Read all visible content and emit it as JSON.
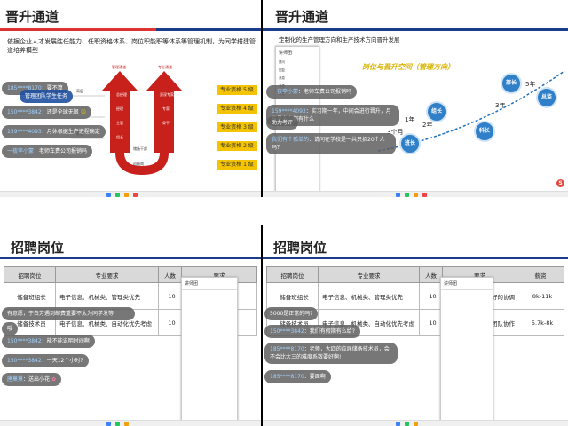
{
  "q1": {
    "title": "晋升通道",
    "description_line1": "依据企业人才发展胜任能力、任职资格体系、岗位职能职等体系等管理机制，为同学搭建管",
    "description_line2": "道培养模型",
    "arrow_left_label": "管理通道",
    "arrow_right_label": "专业通道",
    "ladder_left": [
      "总经理",
      "经理",
      "主管",
      "组长"
    ],
    "ladder_right": [
      "资深专家",
      "专家",
      "骨干"
    ],
    "ladder_bottom": "初级岗",
    "ladder_join": "储备干部",
    "left_axis": [
      "高层",
      "中层",
      "基层"
    ],
    "levels": [
      "专业资格 5 级",
      "专业资格 4 级",
      "专业资格 3 级",
      "专业资格 2 级",
      "专业资格 1 级"
    ],
    "chats": [
      {
        "nick": "185****8170",
        "text": "：要不算"
      },
      {
        "nick": "",
        "text": "管理团队学生任务"
      },
      {
        "nick": "150****3842",
        "text": "：还是全球无限"
      },
      {
        "nick": "159****4093",
        "text": "：月休根据生产进程确定"
      },
      {
        "nick": "一夜李小蒙",
        "text": "：老师车费公司报销吗"
      }
    ]
  },
  "q2": {
    "title": "晋升通道",
    "subtitle": "定制化的生产管理方向和生产技术方向晋升发展",
    "path_title": "岗位与晋升空间（管理方向）",
    "roles": [
      "班长",
      "组长",
      "科长",
      "部长",
      "总监"
    ],
    "years": [
      "3个月",
      "1年",
      "2年",
      "3年",
      "5年"
    ],
    "chats": [
      {
        "nick": "一夜李小蒙",
        "text": "：老师车费公司报销吗"
      },
      {
        "nick": "159****4093",
        "text": "：实习期一年，中间会进行晋升，月薪是多少都有什么"
      },
      {
        "nick": "",
        "text": "助力考评"
      },
      {
        "nick": "我们有个孤单的",
        "text": "：请问在学校是一共只招20个人吗？"
      }
    ],
    "phone_header": "讲师团",
    "phone_rows": [
      "提问",
      "回复",
      "消息",
      "消息",
      "消息"
    ]
  },
  "q3": {
    "title": "招聘岗位",
    "table": {
      "headers": [
        "招聘岗位",
        "专业要求",
        "人数",
        "要求"
      ],
      "rows": [
        [
          "储备班组长",
          "电子信息、机械类、管理类优先",
          "10",
          ""
        ],
        [
          "储备技术员",
          "电子信息、机械类、自动化优先考虑",
          "10",
          ""
        ]
      ]
    },
    "chats": [
      {
        "nick": "",
        "text": "有意愿，宁白芳遇到邮费重要不太为同学发等"
      },
      {
        "nick": "",
        "text": "哦"
      },
      {
        "nick": "150****3842",
        "text": "：能不能说明时间啊"
      },
      {
        "nick": "150****3842",
        "text": "：一天12个小时?"
      },
      {
        "nick": "唐菓菓",
        "text": "：送出小花"
      }
    ],
    "phone_header": "讲师团"
  },
  "q4": {
    "title": "招聘岗位",
    "table": {
      "headers": [
        "招聘岗位",
        "专业要求",
        "人数",
        "要求",
        "薪资"
      ],
      "rows": [
        [
          "储备班组长",
          "电子信息、机械类、管理类优先",
          "10",
          "强好的协调",
          "8k-11k"
        ],
        [
          "储备技术员",
          "电子信息、机械类、自动化优先考虑",
          "10",
          "团队协作",
          "5.7k-8k"
        ]
      ]
    },
    "chats": [
      {
        "nick": "",
        "text": "5000是正常的吗?"
      },
      {
        "nick": "150****3842",
        "text": "：我们有假期有么给?"
      },
      {
        "nick": "185****8170",
        "text": "：老师，大四的应届储备技术员，会不会比大三的难度系数要好啊!"
      },
      {
        "nick": "185****8170",
        "text": "：要面啊"
      }
    ],
    "phone_header": "讲师团"
  },
  "colors": {
    "accent_red": "#d33030",
    "accent_blue": "#1a3c8a",
    "level_yellow": "#f5c400",
    "circle_blue": "#2f7fc9",
    "chat_bg": "#5f5f5f"
  }
}
